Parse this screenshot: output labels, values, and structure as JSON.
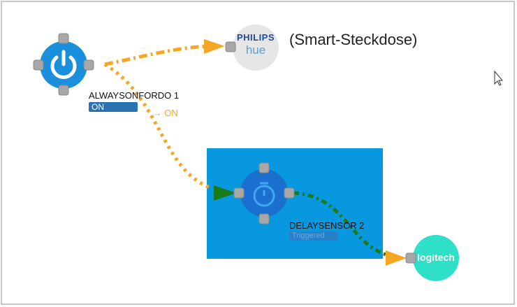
{
  "node1": {
    "title": "ALWAYSONFORDO 1",
    "badge": "ON",
    "icon": "power-icon",
    "color": "#1a90dc"
  },
  "edge1": {
    "label": "* → ON",
    "color": "#f5a623"
  },
  "hue": {
    "brand_top": "PHILIPS",
    "brand_bottom": "hue",
    "caption": "(Smart-Steckdose)"
  },
  "node2": {
    "title": "DELAYSENSOR 2",
    "badge": "Triggered",
    "icon": "stopwatch-icon"
  },
  "logitech": {
    "brand": "logitech",
    "color": "#2ee0c8"
  },
  "colors": {
    "selection": "#0898e0",
    "edge_orange": "#f5a623",
    "edge_green": "#1a7a1a",
    "port": "#a8a8a8"
  }
}
